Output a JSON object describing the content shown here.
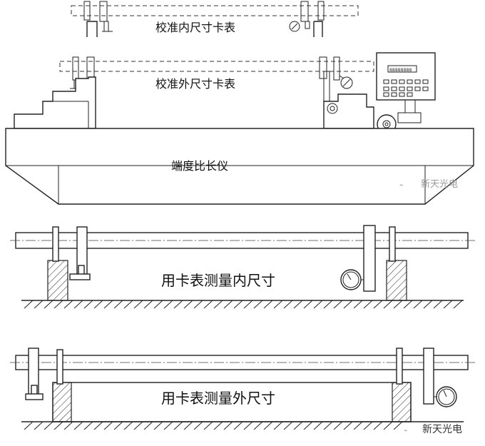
{
  "labels": {
    "calibrate_inner": "校准内尺寸卡表",
    "calibrate_outer": "校准外尺寸卡表",
    "end_length_instrument": "端度比长仪",
    "measure_inner": "用卡表测量内尺寸",
    "measure_outer": "用卡表测量外尺寸"
  },
  "watermarks": {
    "top": "新天光电",
    "bottom": "新天光电"
  },
  "display": {
    "readout": "88888888"
  }
}
